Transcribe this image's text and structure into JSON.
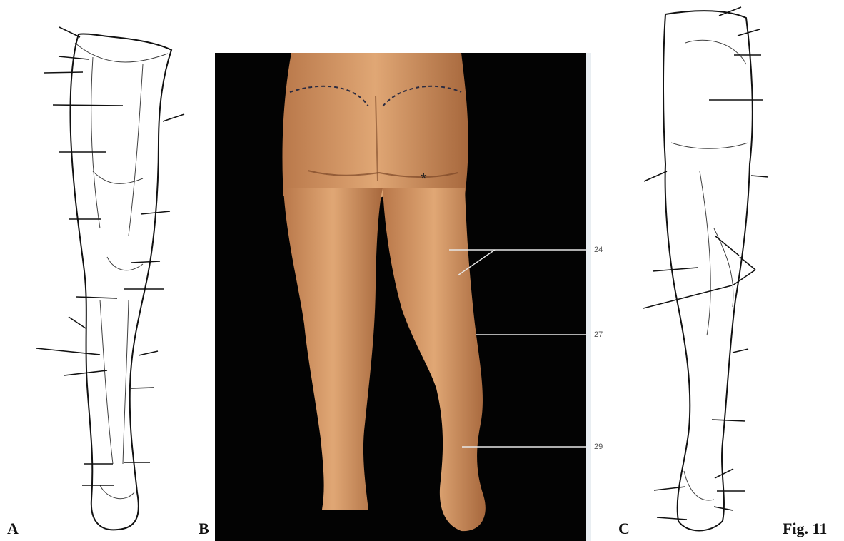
{
  "panels": [
    {
      "letter": "A",
      "kind": "drawing-anterior"
    },
    {
      "letter": "B",
      "kind": "photo-posterior"
    },
    {
      "letter": "C",
      "kind": "drawing-posterior"
    }
  ],
  "figure_label": "Fig. 11",
  "photo_labels": [
    "24",
    "27",
    "29"
  ],
  "photo_marker": "*",
  "colors": {
    "skin": "#d49a64",
    "skin_shadow": "#a8693c",
    "background_photo": "#030303",
    "line": "#111111",
    "leader_white": "#e8e8e8"
  }
}
